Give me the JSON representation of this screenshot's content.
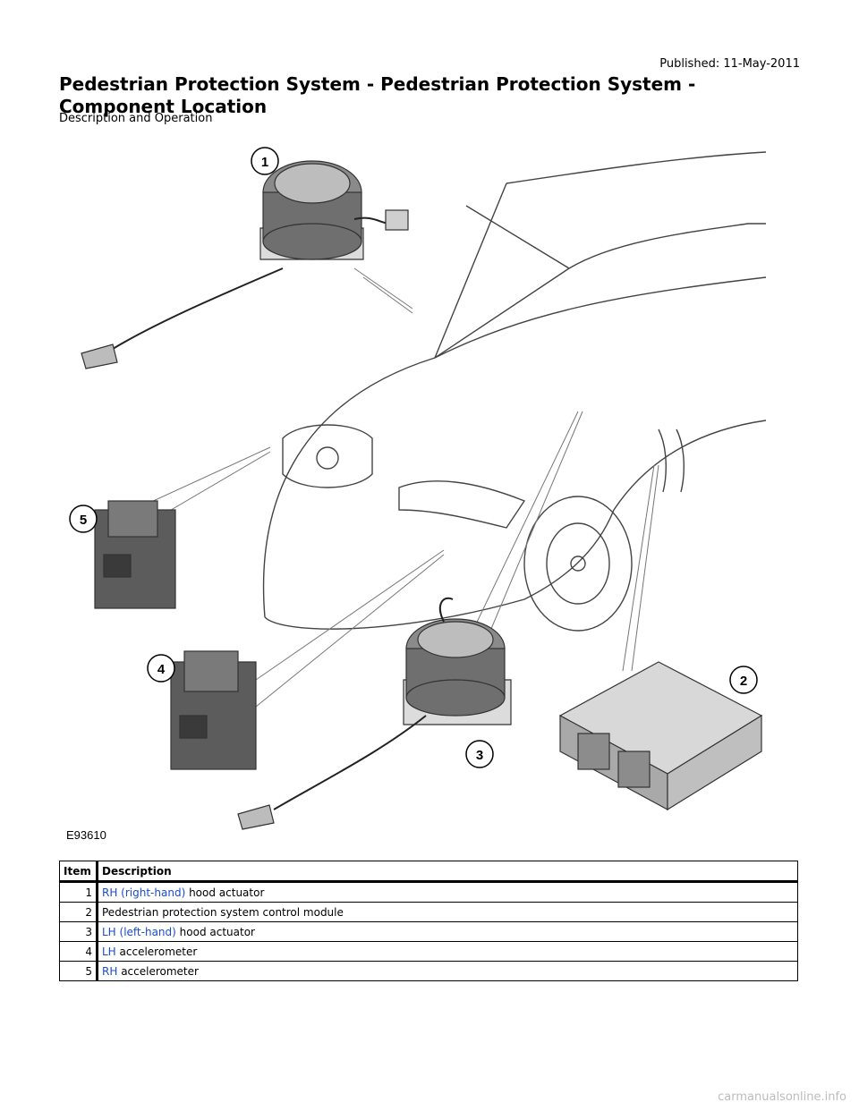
{
  "header": {
    "published": "Published: 11-May-2011",
    "title": "Pedestrian Protection System - Pedestrian Protection System    - Component Location",
    "subtitle": "Description and Operation"
  },
  "figure": {
    "callouts": [
      "1",
      "2",
      "3",
      "4",
      "5"
    ],
    "code": "E93610"
  },
  "table": {
    "headers": [
      "Item",
      "Description"
    ],
    "rows": [
      {
        "item": "1",
        "abbr": "RH (right-hand)",
        "text": " hood actuator"
      },
      {
        "item": "2",
        "abbr": "",
        "text": "Pedestrian protection system control module"
      },
      {
        "item": "3",
        "abbr": "LH (left-hand)",
        "text": " hood actuator"
      },
      {
        "item": "4",
        "abbr": "LH",
        "text": " accelerometer"
      },
      {
        "item": "5",
        "abbr": "RH",
        "text": " accelerometer"
      }
    ]
  },
  "watermark": "carmanualsonline.info",
  "colors": {
    "link": "#1a4bd1"
  }
}
